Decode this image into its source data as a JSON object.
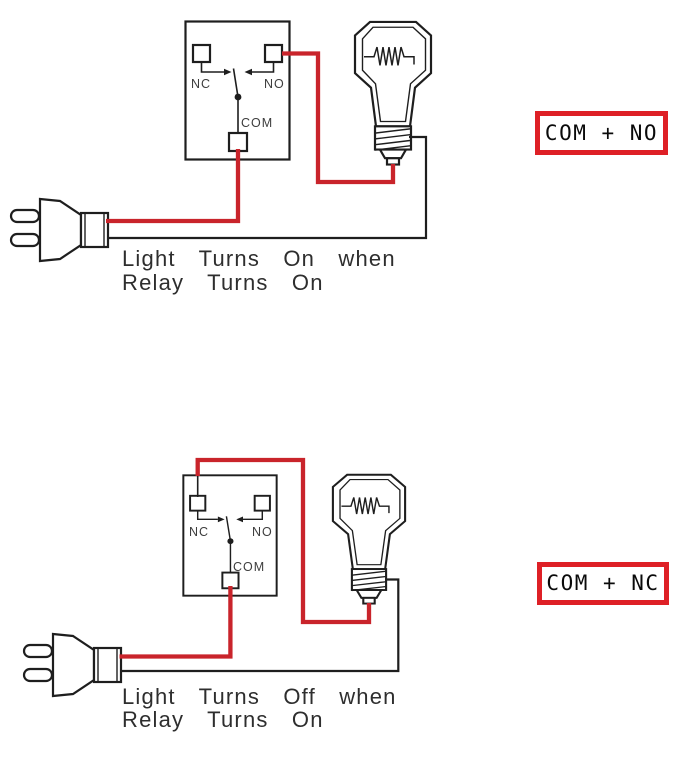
{
  "diagram_top": {
    "relay": {
      "nc_label": "NC",
      "no_label": "NO",
      "com_label": "COM"
    },
    "caption_line1": "Light Turns On when",
    "caption_line2": "Relay Turns On",
    "badge_label": "COM + NO"
  },
  "diagram_bottom": {
    "relay": {
      "nc_label": "NC",
      "no_label": "NO",
      "com_label": "COM"
    },
    "caption_line1": "Light Turns Off when",
    "caption_line2": "Relay Turns On",
    "badge_label": "COM + NC"
  },
  "colors": {
    "wire_red": "#c9242b",
    "badge_border_red": "#de2026",
    "line_dark": "#1e1e1e"
  },
  "icons": {
    "relay": "relay-icon",
    "bulb": "light-bulb-icon",
    "plug": "power-plug-icon"
  }
}
